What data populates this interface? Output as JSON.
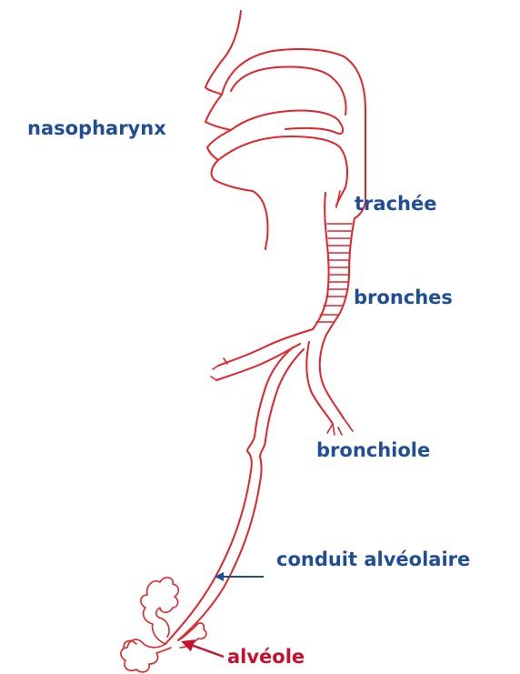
{
  "diagram": {
    "labels": {
      "nasopharynx": "nasopharynx",
      "trachee": "trachée",
      "bronches": "bronches",
      "bronchiole": "bronchiole",
      "conduit_alveolaire": "conduit alvéolaire",
      "alveole": "alvéole"
    },
    "colors": {
      "outline": "#e3242b",
      "label_blue": "#1f4e96",
      "label_red": "#c8102e",
      "background": "#ffffff"
    }
  }
}
